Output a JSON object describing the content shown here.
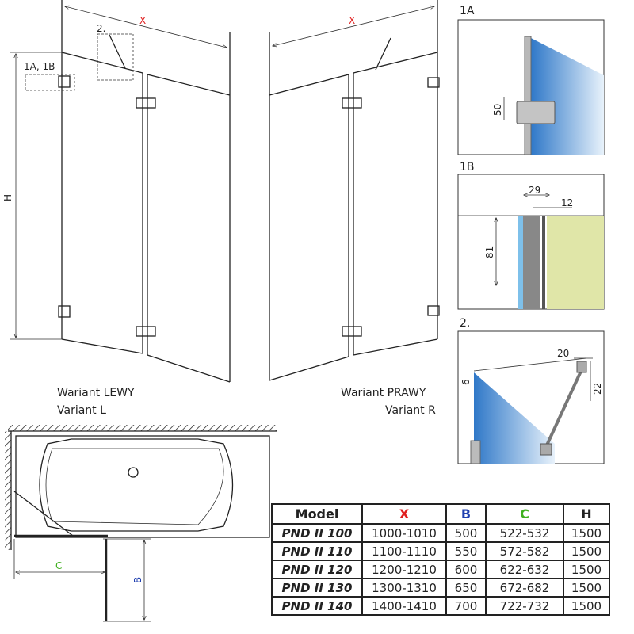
{
  "labels": {
    "x": "X",
    "h": "H",
    "detail_1a1b": "1A, 1B",
    "detail_2": "2.",
    "b": "B",
    "c": "C",
    "variant_left_pl": "Wariant LEWY",
    "variant_left_en": "Variant L",
    "variant_right_pl": "Wariant PRAWY",
    "variant_right_en": "Variant R"
  },
  "details": {
    "d1a": {
      "title": "1A",
      "dim": "50"
    },
    "d1b": {
      "title": "1B",
      "dim_width": "29",
      "dim_gap": "12",
      "dim_height": "81"
    },
    "d2": {
      "title": "2.",
      "dim_a": "20",
      "dim_b": "22",
      "dim_c": "6"
    }
  },
  "colors": {
    "x": "#e02020",
    "b": "#2040b0",
    "c": "#40b020",
    "glass": "#3a7fd0",
    "wall": "#e0e6a8"
  },
  "table": {
    "headers": [
      "Model",
      "X",
      "B",
      "C",
      "H"
    ],
    "rows": [
      [
        "PND II 100",
        "1000-1010",
        "500",
        "522-532",
        "1500"
      ],
      [
        "PND II 110",
        "1100-1110",
        "550",
        "572-582",
        "1500"
      ],
      [
        "PND II 120",
        "1200-1210",
        "600",
        "622-632",
        "1500"
      ],
      [
        "PND II 130",
        "1300-1310",
        "650",
        "672-682",
        "1500"
      ],
      [
        "PND II 140",
        "1400-1410",
        "700",
        "722-732",
        "1500"
      ]
    ]
  }
}
